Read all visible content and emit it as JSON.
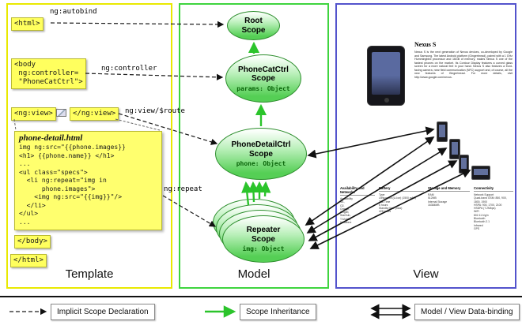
{
  "panels": {
    "template": "Template",
    "model": "Model",
    "view": "View"
  },
  "template": {
    "html_open": "<html>",
    "body_open": "<body\n ng:controller=\n \"PhoneCatCtrl\">",
    "ngview_open": "<ng:view>",
    "ngview_close": "</ng:view>",
    "code_title": "phone-detail.html",
    "code_body": "img ng:src=\"{{phone.images}}\n<h1> {{phone.name}} </h1>\n...\n<ul class=\"specs\">\n  <li ng:repeat=\"img in\n      phone.images\">\n    <img ng:src=\"{{img}}\"/>\n  </li>\n</ul>\n...",
    "body_close": "</body>",
    "html_close": "</html>"
  },
  "arrows": {
    "autobind_label": "ng:autobind",
    "controller_label": "ng:controller",
    "view_route_label": "ng:view/$route",
    "repeat_label": "ng:repeat"
  },
  "scopes": {
    "root": {
      "title": "Root\nScope"
    },
    "phonecat": {
      "title": "PhoneCatCtrl\nScope",
      "binding": "params: Object"
    },
    "phonedetail": {
      "title": "PhoneDetailCtrl\nScope",
      "binding": "phone: Object"
    },
    "repeater": {
      "title": "Repeater\nScope",
      "binding": "img: Object"
    }
  },
  "view": {
    "title": "Nexus S",
    "description": "Nexus S is the next generation of Nexus devices, co-developed by Google and Samsung. The latest Android platform (Gingerbread), paired with a 1 GHz Hummingbird processor and 16GB of memory, makes Nexus S one of the fastest phones on the market. Its Contour Display features a curved glass screen for a more natural feel in your hand. Nexus S also features a front-facing camera, near field communication (NFC) support and, of course, all the new features of Gingerbread. For more details, visit http://www.google.com/nexus.",
    "specs": [
      {
        "header": "Availability and Networks",
        "body": "Availability\nM1,\nO2,\nOrange,\nSingtel,\nStarHub,\nT-Mobile,\nVodafone"
      },
      {
        "header": "Battery",
        "body": "Type\nLithium Ion (Li-Ion) (1500 mAh)\nTalk Time\n6 hours\nStandby time (max)\n428 hours"
      },
      {
        "header": "Storage and Memory",
        "body": "RAM\n512MB\nInternal Storage\n16384MB"
      },
      {
        "header": "Connectivity",
        "body": "Network Support\nQuad-band GSM: 850, 900, 1800, 1900\nHSPA: 900, 1700, 2100\nHSDPA (7.2Mbps)\nWiFi\n802.11 b/g/n\nBluetooth\nBluetooth 2.1\nInfrared\nGPS"
      }
    ]
  },
  "legend": {
    "implicit": "Implicit Scope Declaration",
    "inheritance": "Scope Inheritance",
    "binding": "Model / View Data-binding"
  }
}
